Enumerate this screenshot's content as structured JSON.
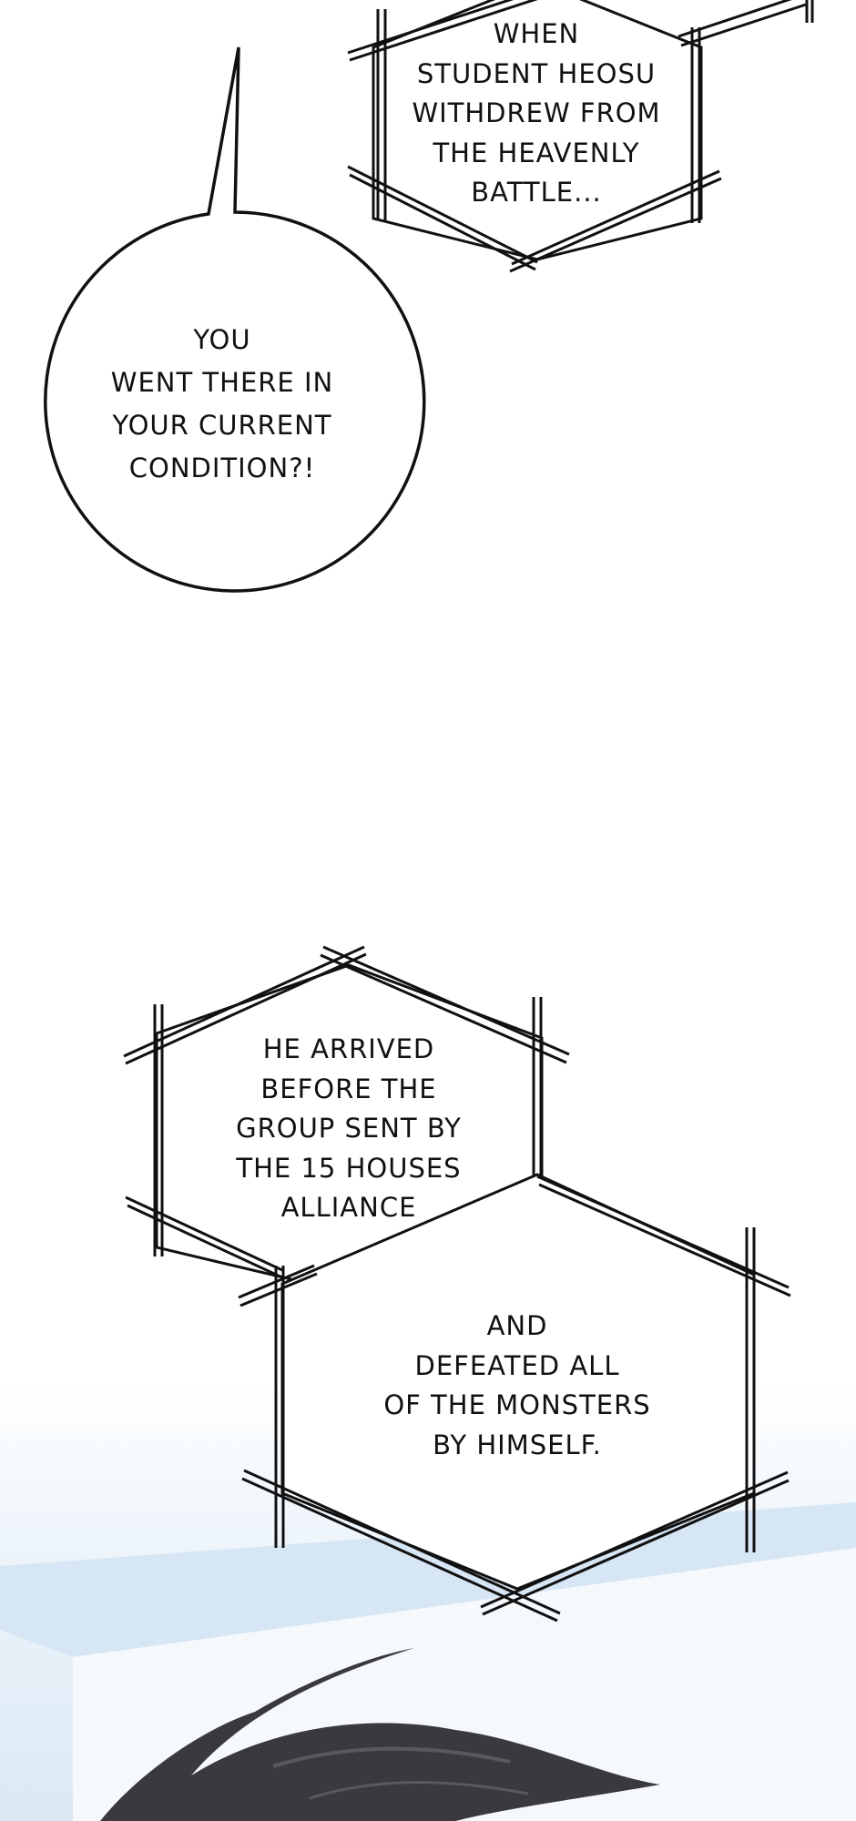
{
  "panels": {
    "narration_top": {
      "lines": [
        "WHEN",
        "STUDENT HEOSU",
        "WITHDREW FROM",
        "THE HEAVENLY",
        "BATTLE..."
      ]
    },
    "speech_bubble": {
      "lines": [
        "YOU",
        "WENT THERE IN",
        "YOUR CURRENT",
        "CONDITION?!"
      ]
    },
    "narration_middle": {
      "lines": [
        "HE ARRIVED",
        "BEFORE THE",
        "GROUP SENT BY",
        "THE 15 HOUSES",
        "ALLIANCE"
      ]
    },
    "narration_bottom": {
      "lines": [
        "AND",
        "DEFEATED ALL",
        "OF THE MONSTERS",
        "BY HIMSELF."
      ]
    }
  },
  "colors": {
    "ink": "#111111",
    "sky": "#e3eff8",
    "hair": "#3a3a3e"
  }
}
